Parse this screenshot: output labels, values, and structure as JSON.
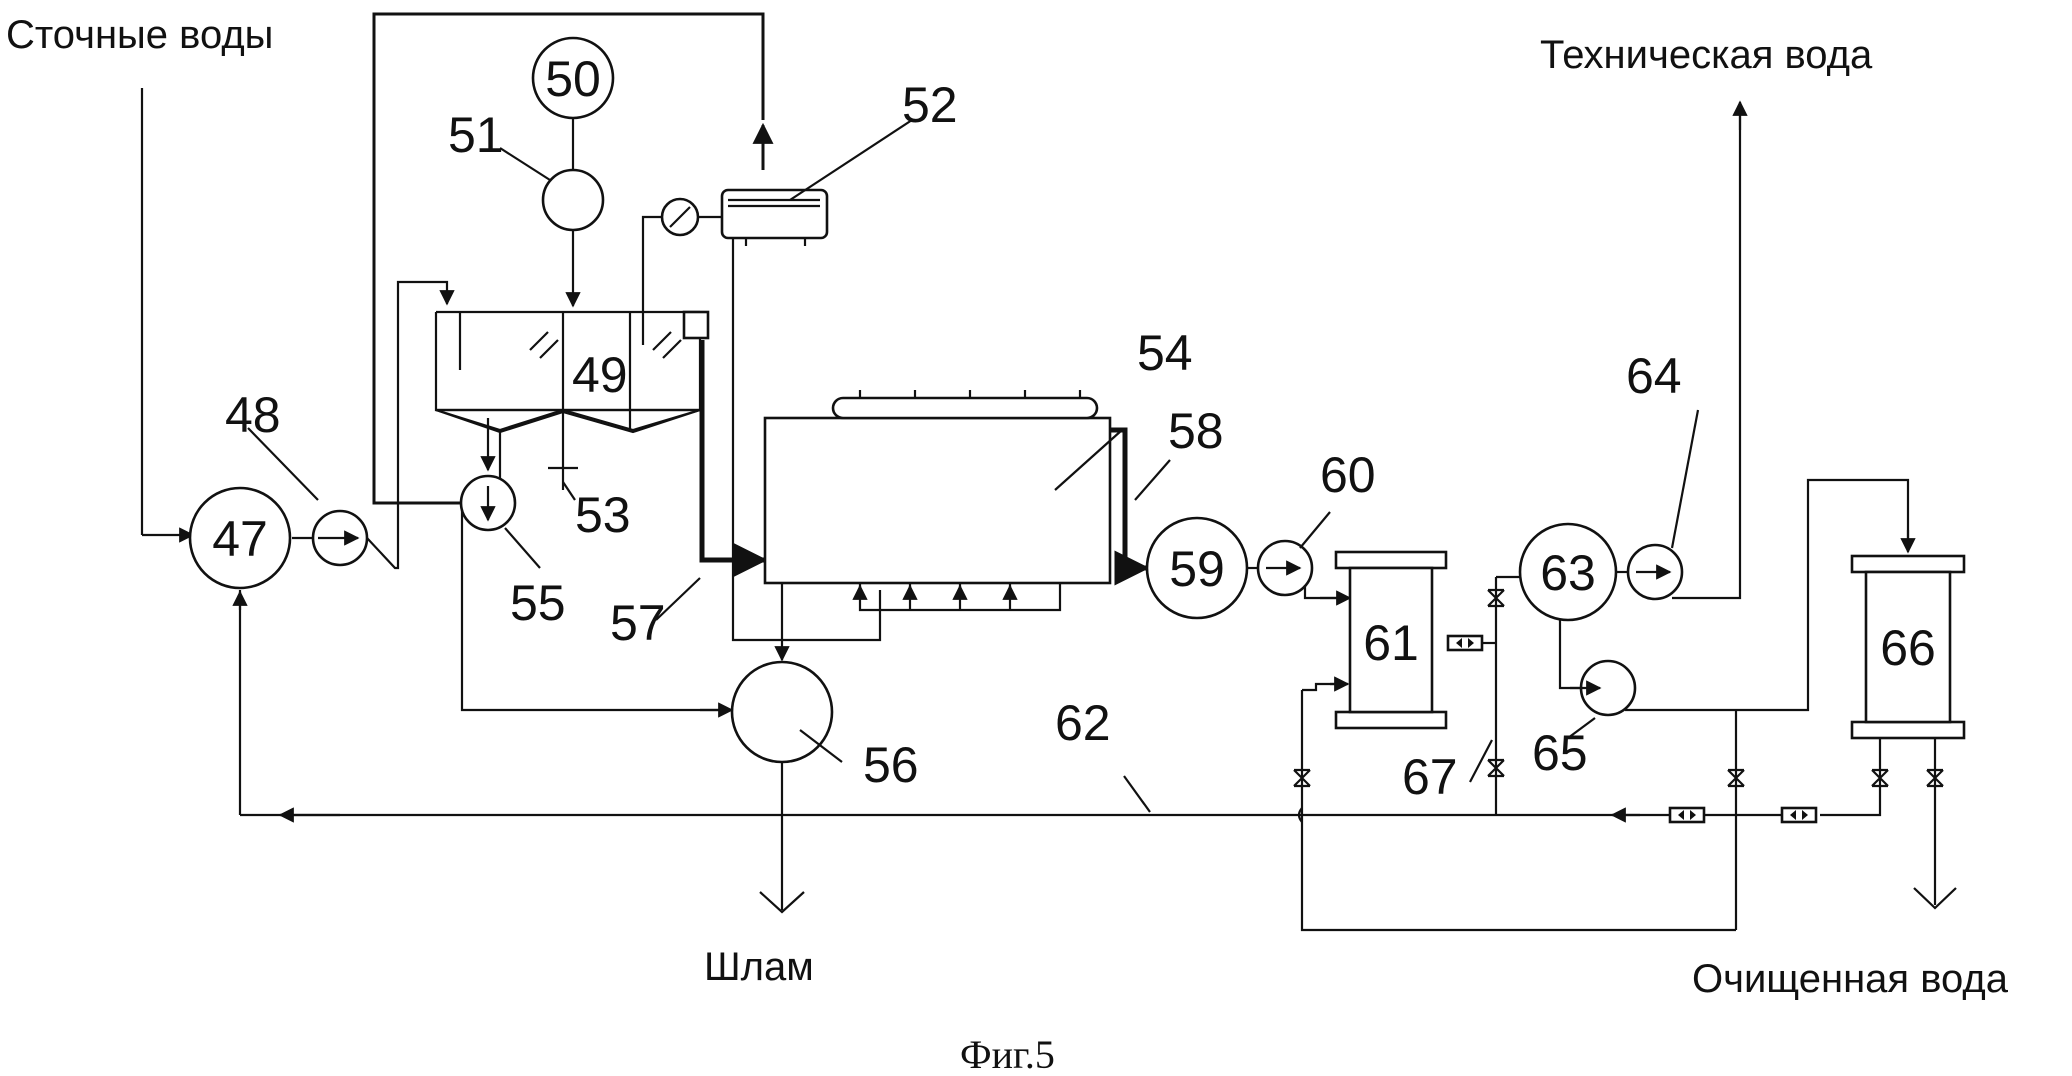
{
  "labels": {
    "wastewater": "Сточные воды",
    "process_water": "Техническая вода",
    "sludge": "Шлам",
    "purified_water": "Очищенная вода",
    "figure": "Фиг.5"
  },
  "nodes": {
    "n47": "47",
    "n48": "48",
    "n49": "49",
    "n50": "50",
    "n51": "51",
    "n52": "52",
    "n53": "53",
    "n54": "54",
    "n55": "55",
    "n56": "56",
    "n57": "57",
    "n58": "58",
    "n59": "59",
    "n60": "60",
    "n61": "61",
    "n62": "62",
    "n63": "63",
    "n64": "64",
    "n65": "65",
    "n66": "66",
    "n67": "67"
  }
}
